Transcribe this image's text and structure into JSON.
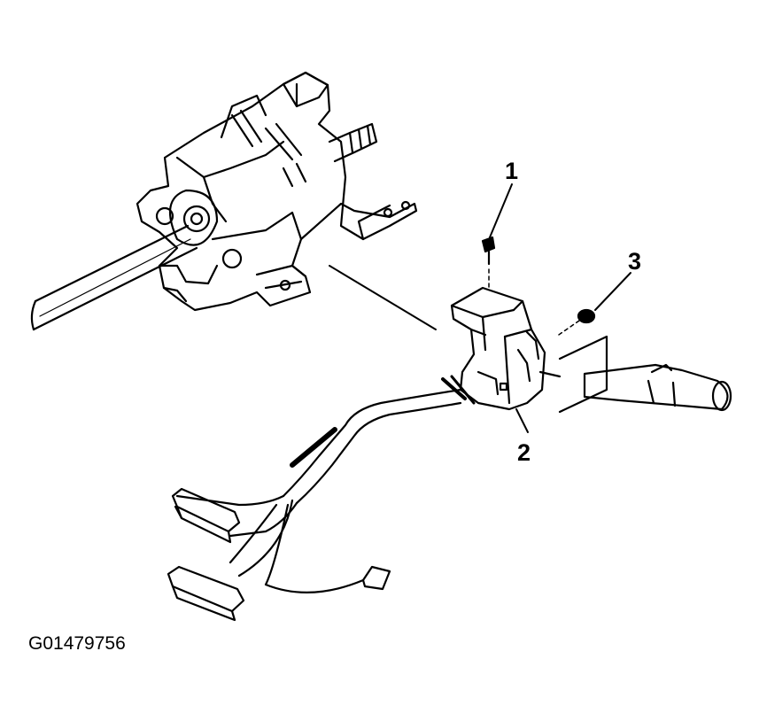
{
  "callouts": {
    "one": "1",
    "two": "2",
    "three": "3"
  },
  "figure_id": "G01479756",
  "colors": {
    "ink": "#000000",
    "background": "#ffffff"
  }
}
